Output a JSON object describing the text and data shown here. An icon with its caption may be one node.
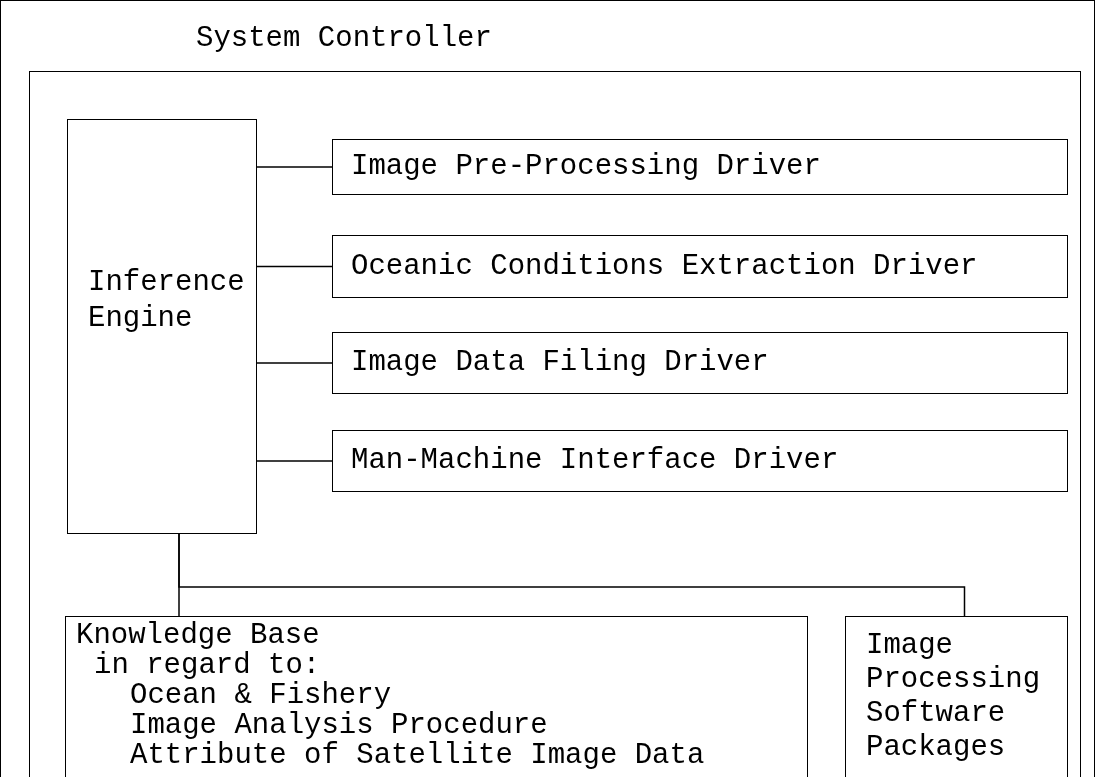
{
  "diagram": {
    "nodes": [
      {
        "text": [
          "System Controller"
        ]
      },
      {
        "text": [],
        "shape": "box",
        "in": 0
      },
      {
        "text": [
          "Inference Engine"
        ],
        "in": 1
      },
      {
        "text": [
          "Image Pre-Processing Driver"
        ],
        "in": 1
      },
      {
        "text": [
          "Oceanic Conditions Extraction Driver"
        ],
        "in": 1
      },
      {
        "text": [
          "Image Data Filing Driver"
        ],
        "in": 1
      },
      {
        "text": [
          "Man-Machine Interface Driver"
        ],
        "in": 1
      },
      {
        "text": [
          "Knowledge Base",
          "in regard to:",
          "Ocean & Fishery",
          "Image Analysis Procedure",
          "Attribute of Satellite Image Data"
        ],
        "in": 1
      },
      {
        "text": [
          "Image Processing Software Packages"
        ],
        "in": 1
      }
    ],
    "edges": [
      {
        "from": 2,
        "to": 3,
        "arrow": "none"
      },
      {
        "from": 2,
        "to": 4,
        "arrow": "none"
      },
      {
        "from": 2,
        "to": 5,
        "arrow": "none"
      },
      {
        "from": 2,
        "to": 6,
        "arrow": "none"
      },
      {
        "from": 2,
        "to": 7,
        "arrow": "none"
      },
      {
        "from": 2,
        "to": 8,
        "arrow": "none"
      }
    ]
  }
}
